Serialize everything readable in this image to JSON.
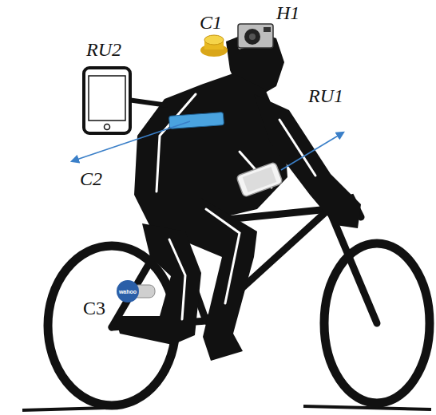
{
  "diagram": {
    "labels": [
      "C1",
      "H1",
      "RU2",
      "C2",
      "RU1",
      "C3",
      "wahoo"
    ]
  }
}
